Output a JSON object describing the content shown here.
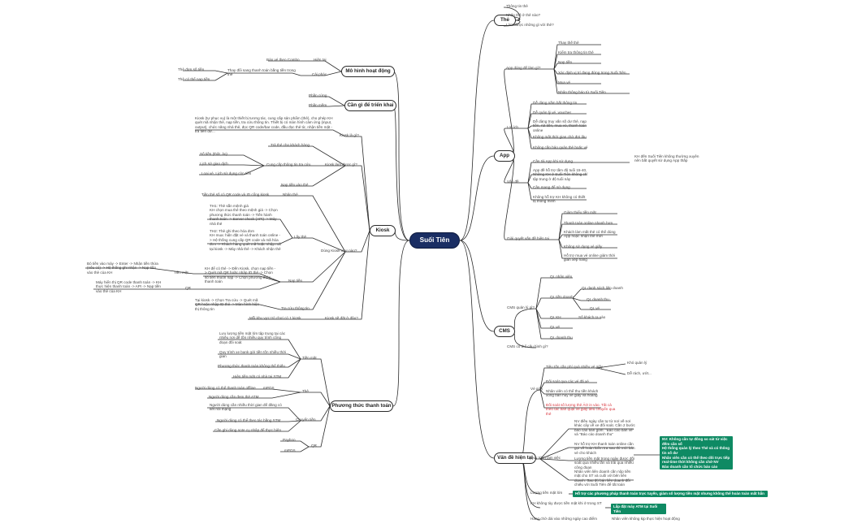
{
  "root": "Suối Tiên",
  "left": [
    {
      "title": "Mô hình hoạt động",
      "children": [
        {
          "label": "Hiện tại",
          "children": [
            {
              "label": "Bán vé theo Combo"
            }
          ]
        },
        {
          "label": "Cải phác",
          "children": [
            {
              "label": "Thay đổi sang thanh toán bằng tiền trong thẻ",
              "children": [
                {
                  "label": "Thẻ đơn số tiền"
                },
                {
                  "label": "Thẻ có thể nạp tiền"
                }
              ]
            }
          ]
        }
      ]
    },
    {
      "title": "Cần gì để triển khai",
      "children": [
        {
          "label": "Phần cứng"
        },
        {
          "label": "Phần mềm"
        }
      ]
    },
    {
      "title": "Kiosk",
      "children": [
        {
          "label": "Kiosk là gì?",
          "children": [
            {
              "label": "Kiosk (tự phục vụ) là một thiết bị tương tác, cung cấp sản phẩm (thẻ), cho phép KH quét mã nhận thẻ, nạp tiền, tra cứu thông tin. Thiết bị có màn hình cảm ứng (input, output), chức năng nhả thẻ, đọc QR code/bar code, đầu đọc thẻ từ, nhận tiền mặt - trả tiền dư..."
            }
          ]
        },
        {
          "label": "Kiosk làm được gì?",
          "children": [
            {
              "label": "Trả thẻ cho khách hàng"
            },
            {
              "label": "Cung cấp thông tin tra cứu",
              "children": [
                {
                  "label": "Số tiền (thật, ảo)"
                },
                {
                  "label": "Lịch sử giao dịch"
                },
                {
                  "label": "Loại vé, Lịch sử dụng còn tiền"
                }
              ]
            },
            {
              "label": "Nạp tiền vào thẻ"
            }
          ]
        },
        {
          "label": "Dùng Kiosk như nào?",
          "children": [
            {
              "label": "Nhận thẻ",
              "children": [
                {
                  "label": "Tiền thẻ số có QR code và ID cổng kiosk"
                }
              ]
            },
            {
              "label": "Lấy thẻ",
              "children": [
                {
                  "label": "TH1: Thẻ sẵn mệnh giá\nKH chọn mua thẻ theo mệnh giá -> Chọn phương thức thanh toán -> Tiến hành thanh toán -> Server check (API) -> Máy nhả thẻ"
                },
                {
                  "label": "TH2: Thẻ ghi theo hóa đơn\nKH mua: hiện đặt vé và thanh toán online -> Hệ thống cung cấp QR code và mã hóa đơn -> Khách hàng quét mã hoặc nhập mã tại kiosk -> Máy nhả thẻ -> Khách nhận thẻ"
                }
              ]
            },
            {
              "label": "Nạp tiền",
              "children": [
                {
                  "label": "Tiền mặt",
                  "children": [
                    {
                      "label": "Bỏ tiền vào máy -> Enter -> Nhận tiền thừa (nếu có) -> Hệ thống ghi nhận -> Nạp tiền vào thẻ của KH"
                    }
                  ]
                },
                {
                  "label": "KH để có thẻ -> Đến Kiosk, chọn nạp tiền -> Quét mã QR hoặc nhập ID thẻ -> Chọn số tiền muốn nạp -> Chọn phương thức thanh toán"
                },
                {
                  "label": "QR",
                  "children": [
                    {
                      "label": "Máy hiển thị QR code thanh toán -> KH thực hiện thanh toán -> API -> Nạp tiền vào thẻ của KH"
                    }
                  ]
                }
              ]
            },
            {
              "label": "Tra cứu thông tin",
              "children": [
                {
                  "label": "Tại kiosk -> Chọn Tra cứu -> Quét mã QR hoặc nhập ID thẻ -> Màn hình hiện thị thông tin"
                }
              ]
            }
          ]
        },
        {
          "label": "Kiosk sẽ đặt ở đâu?",
          "children": [
            {
              "label": "Mỗi khu vực trò chơi có 1 kiosk"
            }
          ]
        }
      ]
    },
    {
      "title": "Phương thức thanh toán",
      "children": [
        {
          "label": "Tiền mặt",
          "children": [
            {
              "label": "Lưu lượng tiền mặt lớn tập trung tại các nhiều nơi dễ tồn nhiều quy trình công đoạn đối soát"
            },
            {
              "label": "Quy trình xe bank gửi tiền tốn nhiều thời gian"
            },
            {
              "label": "Phương thức thanh toán không thể thiếu"
            },
            {
              "label": "Hiện tiền mặt có nhà tại STM"
            }
          ]
        },
        {
          "label": "Thẻ",
          "children": [
            {
              "label": "mPOS",
              "children": [
                {
                  "label": "Người dùng có thể thanh toán offline"
                }
              ]
            },
            {
              "label": "Người dùng cần đem thẻ ATM"
            }
          ]
        },
        {
          "label": "Chuyển tiền",
          "children": [
            {
              "label": "Người dùng cần nhiều thời gian để đăng có kết nối mạng"
            },
            {
              "label": "Người dùng có thể theo tác bằng STM"
            },
            {
              "label": "Cần ghi dùng note cụ nhập để thực hiện"
            }
          ]
        },
        {
          "label": "QR",
          "children": [
            {
              "label": "Payboo"
            },
            {
              "label": "mPOS"
            }
          ]
        }
      ]
    }
  ],
  "right": [
    {
      "title": "Thẻ",
      "children": [
        {
          "label": "Thông tin thẻ"
        },
        {
          "label": "Nhận thẻ ở thẻ nào?"
        },
        {
          "label": "Làm được những gì với thẻ?"
        }
      ]
    },
    {
      "title": "App",
      "children": [
        {
          "label": "App dùng để làm gì?",
          "children": [
            {
              "label": "Thay thế thẻ"
            },
            {
              "label": "Kiểm tra thông tin thẻ"
            },
            {
              "label": "Nạp tiền"
            },
            {
              "label": "Xác định vị trí đang đứng trong Suối Tiên"
            },
            {
              "label": "Mua vé"
            },
            {
              "label": "Nhận thông báo từ Suối Tiên"
            }
          ]
        },
        {
          "label": "Lợi ích",
          "children": [
            {
              "label": "Dễ dàng nắm bắt thông tin"
            },
            {
              "label": "Dễ quản lý vé, voucher"
            },
            {
              "label": "Dễ dàng truy vấn số dư thẻ, nạp tiền, rút tiền, mua vé, thanh toán online"
            },
            {
              "label": "Không mất thời gian chờ đợi lâu"
            },
            {
              "label": "Không cần bảo quản thẻ hoặc vé"
            }
          ]
        },
        {
          "label": "Vấn đề",
          "children": [
            {
              "label": "Cần tải App khi sử dụng",
              "children": [
                {
                  "label": "KH đến Suối Tiên không thường xuyên nên bất quyết sử dụng App thấp"
                }
              ]
            },
            {
              "label": "App đề hỗ trợ tầm độ tuổi 15-40, Những KH ở Suối Tiên không chỉ tập trung ở độ tuổi này"
            },
            {
              "label": "Cần mạng để sử dụng"
            },
            {
              "label": "Không hỗ trợ KH không có thiết bị thông minh"
            }
          ]
        },
        {
          "label": "Giải quyết vấn đề hiện tại",
          "children": [
            {
              "label": "Giảm thiểu tiền mặt"
            },
            {
              "label": "Thanh toán online nhanh hơn"
            },
            {
              "label": "Khách làm mất thẻ có thể dùng App hoặc nhận thẻ mới"
            },
            {
              "label": "Không sử dụng vé giấy"
            },
            {
              "label": "Hỗ trợ mua vé online giảm thời gian xếp hàng"
            }
          ]
        }
      ]
    },
    {
      "title": "CMS",
      "children": [
        {
          "label": "CMS quản lý gì?",
          "children": [
            {
              "label": "QL nhân viên"
            },
            {
              "label": "QL tiền doanh",
              "children": [
                {
                  "label": "QL danh sách liên doanh"
                },
                {
                  "label": "QL doanh thu"
                },
                {
                  "label": "QL vé"
                }
              ]
            },
            {
              "label": "QL KH",
              "children": [
                {
                  "label": "Số khách ra vào"
                }
              ]
            },
            {
              "label": "QL vé"
            },
            {
              "label": "QL doanh thu"
            }
          ]
        },
        {
          "label": "CMS có thể cấu hình gì?"
        }
      ]
    },
    {
      "title": "Vấn đề hiện tại",
      "children": [
        {
          "label": "Vé giấy",
          "children": [
            {
              "label": "Tiêu tốn cần phí quá nhiều vé giấy",
              "children": [
                {
                  "label": "Khó quản lý"
                },
                {
                  "label": "Dễ rách, ướt..."
                }
              ]
            },
            {
              "label": "Đối soát qua các vé đã xé"
            },
            {
              "label": "Nhân viên có thể thu tiền khách xong bán hủy vé giấy và hoàng"
            },
            {
              "label": "Đối soát số lượng thẻ ẢO in vào. Tất cả theo tác bán quạt về giấy đều chuyển qua thẻ",
              "red": true
            }
          ]
        },
        {
          "label": "Quy trình làm việc",
          "children": [
            {
              "label": "NV điều ngày cần tự từ nơi về nơi khác cây về xe đối soát. Cần 2 bước bao cáo bán gồm: \"Báo cáo bán vé\" và \"Báo cáo doanh thu\""
            },
            {
              "label": "NV hỗ trợ KH thanh toán online cần gọi về hoàn kiểm tra sau đó mới bán vé cho khách"
            },
            {
              "label": "Lượng tiền mặt trong ngày được đối soát qua nhiều lần và trải qua nhiều công đoạn"
            },
            {
              "label": "Nhân viên liên doanh cần nộp tiền mặt cho ST và cuối với bên liên doanh. Sau đó bán liên doanh đối chiếu với Suối Tiên để tất toán"
            }
          ]
        },
        {
          "label": "Lượng tiền mặt lớn"
        },
        {
          "label": "KH không tùy được tiền mặt khi ở trong ST"
        },
        {
          "label": "Hàng chờ dài vào những ngày cao điểm",
          "children": [
            {
              "label": "Nhân viên không kịp thực hiện hoạt động"
            }
          ]
        }
      ]
    }
  ],
  "highlights": {
    "workflow": "NV: Không cần tự đồng so sát từ việc đếm cần số\nHệ thống quản lý theo Thẻ và có thông tin số dư\nNhân viên cần có thể theo dõi trực tiếp real-time thời không cần chờ NV\nBảo doanh cần tổ chức báo cáo",
    "cash": "Hỗ trợ các phương pháp thanh toán trực tuyến, giảm số lượng tiền mặt nhưng không thể hoàn toàn mất hẳn",
    "atm": "Lắp đặt máy ATM tại Suối Tiên"
  },
  "colors": {
    "line": "#2b2b2b",
    "root": "#1a2e63",
    "highlight": "#0e8a63",
    "alert": "#d9363e"
  }
}
